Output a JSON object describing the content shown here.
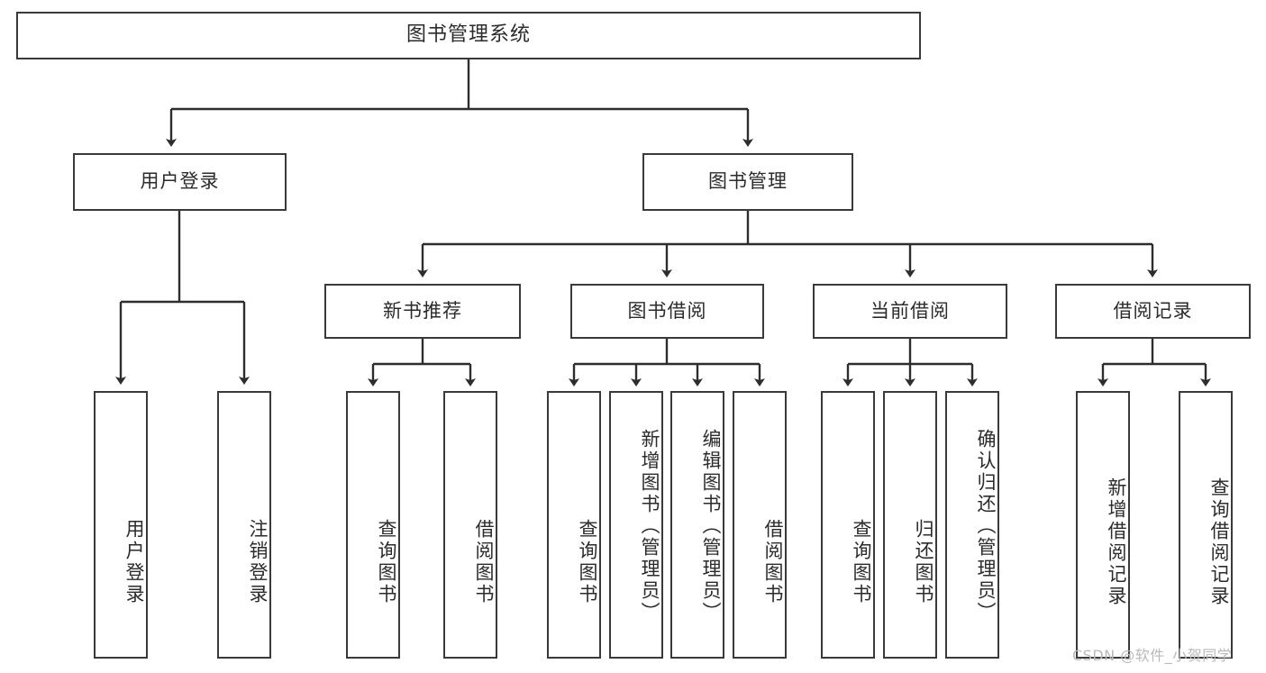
{
  "diagram": {
    "title": "图书管理系统",
    "type": "tree",
    "colors": {
      "box_border": "#3a3a3a",
      "box_fill": "#ffffff",
      "edge": "#2d2d2d",
      "text": "#2b2b2b",
      "watermark": "#b9b9b9",
      "background": "#ffffff"
    },
    "watermark": "CSDN @软件_小贺同学",
    "nodes": {
      "root": {
        "label": "图书管理系统"
      },
      "level1": [
        {
          "id": "user-login",
          "label": "用户登录"
        },
        {
          "id": "book-manage",
          "label": "图书管理"
        }
      ],
      "level2": [
        {
          "id": "new-book-recommend",
          "label": "新书推荐"
        },
        {
          "id": "book-borrow",
          "label": "图书借阅"
        },
        {
          "id": "current-borrow",
          "label": "当前借阅"
        },
        {
          "id": "borrow-record",
          "label": "借阅记录"
        }
      ],
      "leaves": {
        "user-login": [
          {
            "id": "leaf-user-login",
            "label": "用户登录"
          },
          {
            "id": "leaf-logout",
            "label": "注销登录"
          }
        ],
        "new-book-recommend": [
          {
            "id": "leaf-query-book-1",
            "label": "查询图书"
          },
          {
            "id": "leaf-borrow-book-1",
            "label": "借阅图书"
          }
        ],
        "book-borrow": [
          {
            "id": "leaf-query-book-2",
            "label": "查询图书"
          },
          {
            "id": "leaf-add-book",
            "label": "新增图书（管理员）"
          },
          {
            "id": "leaf-edit-book",
            "label": "编辑图书（管理员）"
          },
          {
            "id": "leaf-borrow-book-2",
            "label": "借阅图书"
          }
        ],
        "current-borrow": [
          {
            "id": "leaf-query-book-3",
            "label": "查询图书"
          },
          {
            "id": "leaf-return-book",
            "label": "归还图书"
          },
          {
            "id": "leaf-confirm-return",
            "label": "确认归还（管理员）"
          }
        ],
        "borrow-record": [
          {
            "id": "leaf-add-record",
            "label": "新增借阅记录"
          },
          {
            "id": "leaf-query-record",
            "label": "查询借阅记录"
          }
        ]
      }
    }
  }
}
